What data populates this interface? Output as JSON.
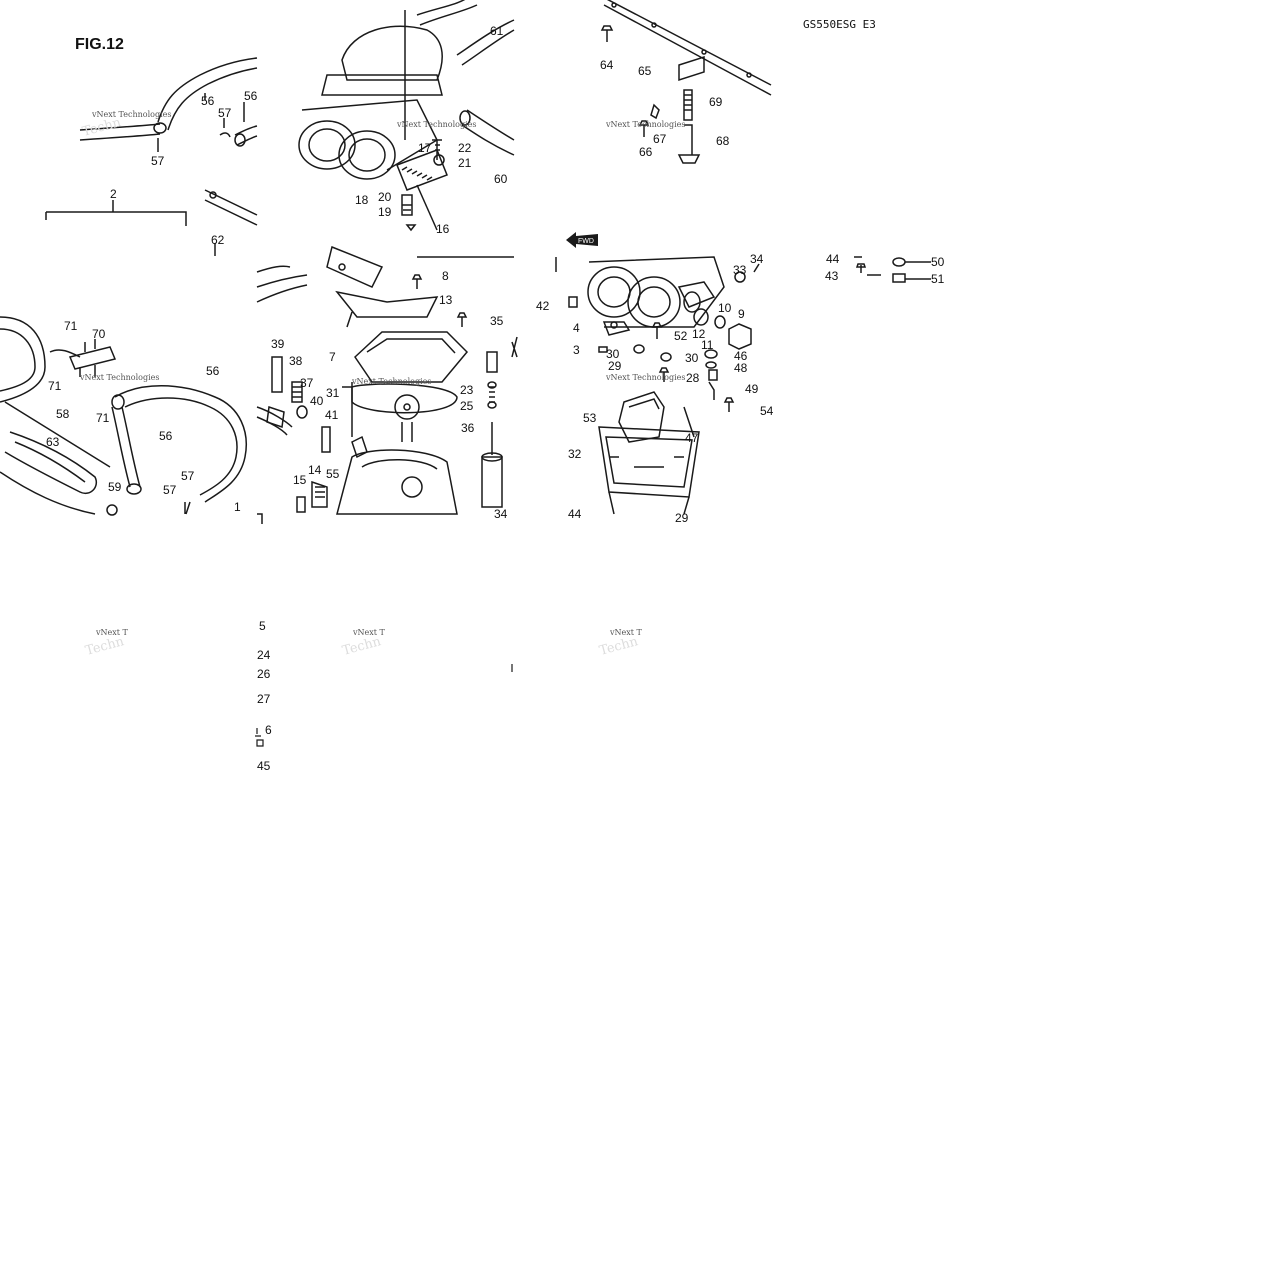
{
  "header": {
    "figure_label": "FIG.12",
    "model_code": "GS550ESG E3"
  },
  "watermark": {
    "text": "vNext Technologies",
    "partial": "vNext T",
    "partial_overlay": "Techn"
  },
  "callouts": {
    "t1": [
      "56",
      "57",
      "56",
      "57",
      "2",
      "62"
    ],
    "t2": [
      "61",
      "17",
      "22",
      "21",
      "60",
      "18",
      "20",
      "19",
      "16"
    ],
    "t3": [
      "64",
      "65",
      "69",
      "67",
      "66",
      "68"
    ],
    "t4": [
      "71",
      "70",
      "71",
      "71",
      "56",
      "58",
      "63",
      "56",
      "59",
      "57",
      "57",
      "1"
    ],
    "t5": [
      "8",
      "13",
      "35",
      "39",
      "38",
      "37",
      "40",
      "7",
      "31",
      "41",
      "23",
      "25",
      "36",
      "14",
      "55",
      "15",
      "34"
    ],
    "t6": [
      "33",
      "34",
      "42",
      "10",
      "9",
      "4",
      "52",
      "12",
      "11",
      "3",
      "30",
      "30",
      "46",
      "29",
      "48",
      "28",
      "49",
      "53",
      "47",
      "54",
      "32",
      "44",
      "29"
    ],
    "t7": [
      "44",
      "50",
      "43",
      "51"
    ],
    "t8": [
      "5",
      "24",
      "26",
      "27",
      "6",
      "45"
    ]
  },
  "colors": {
    "line": "#1a1a1a",
    "background": "#ffffff"
  },
  "icons": {
    "fwd_arrow": "FWD"
  }
}
